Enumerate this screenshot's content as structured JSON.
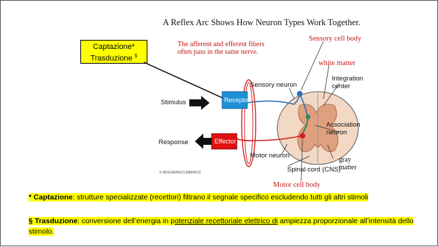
{
  "slide": {
    "title": "A Reflex Arc Shows How Neuron Types Work Together.",
    "callout": {
      "line1": "Captazione*",
      "line2": "Trasduzione",
      "line2_mark": "§"
    },
    "diagram": {
      "red_note": "The afferent and efferent fibers often pass in the same nerve.",
      "sensory_cell_body": "Sensory cell body",
      "white_matter": "white matter",
      "motor_cell_body": "Motor cell body",
      "sensory_neuron": "Sensory neuron",
      "integration_center": "Integration center",
      "stimulus": "Stimulus",
      "receptor": "Receptor",
      "association_neuron": "Association neuron",
      "response": "Response",
      "effector": "Effector",
      "motor_neuron": "Motor neuron",
      "gray_matter": "gray matter",
      "spinal_cord": "Spinal cord (CNS)",
      "copyright": "© BENJAMIN/CUMMINGS"
    },
    "notes": {
      "captazione_bullet": "*",
      "captazione_term": "Captazione",
      "captazione_text": ": strutture specializzate (recettori) filtrano il segnale specifico escludendo tutti gli altri stimoli",
      "trasduzione_bullet": "§",
      "trasduzione_term": "Trasduzione",
      "trasduzione_text_a": ": conversione dell’energia in p",
      "trasduzione_text_u": "otenziale recettoriale elettrico di",
      "trasduzione_text_b": " ampiezza proporzionale all’intensità dello stimolo."
    }
  },
  "colors": {
    "highlight": "#ffff00",
    "receptor": "#1e90d6",
    "effector": "#e01010",
    "red_text": "#c01818",
    "neuron_blue": "#2a6fb3",
    "nerve_red": "#d42020",
    "spinal_cord": "#f3d8c4",
    "gray_matter": "#e0a080"
  }
}
